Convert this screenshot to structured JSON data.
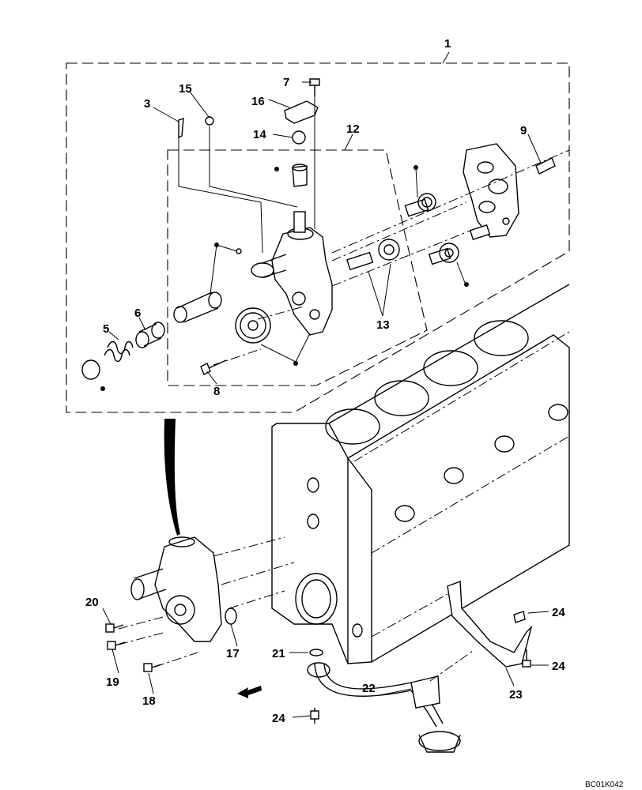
{
  "callouts": {
    "c1": "1",
    "c3": "3",
    "c5": "5",
    "c6": "6",
    "c7": "7",
    "c8": "8",
    "c9": "9",
    "c12": "12",
    "c13": "13",
    "c14": "14",
    "c15": "15",
    "c16": "16",
    "c17": "17",
    "c18": "18",
    "c19": "19",
    "c20": "20",
    "c21": "21",
    "c22": "22",
    "c23": "23",
    "c24a": "24",
    "c24b": "24",
    "c24c": "24"
  },
  "drawing_code": "BC01K042"
}
